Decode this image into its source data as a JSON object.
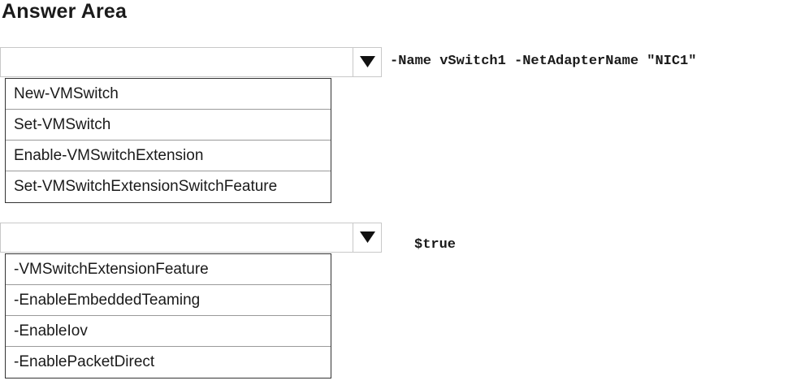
{
  "title": "Answer Area",
  "section1": {
    "dropdown_value": "",
    "code_text": "-Name vSwitch1 -NetAdapterName \"NIC1\"",
    "options": [
      "New-VMSwitch",
      "Set-VMSwitch",
      "Enable-VMSwitchExtension",
      "Set-VMSwitchExtensionSwitchFeature"
    ]
  },
  "section2": {
    "dropdown_value": "",
    "code_text": "$true",
    "options": [
      "-VMSwitchExtensionFeature",
      "-EnableEmbeddedTeaming",
      "-EnableIov",
      "-EnablePacketDirect"
    ]
  },
  "icons": {
    "dropdown_arrow": "triangle-down-icon"
  }
}
